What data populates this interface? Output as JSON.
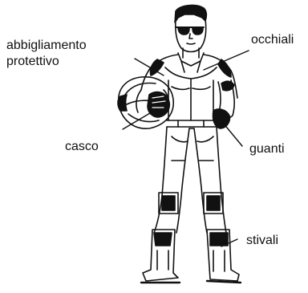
{
  "labels": {
    "abbigliamento_line1": "abbigliamento",
    "abbigliamento_line2": "protettivo",
    "occhiali": "occhiali",
    "casco": "casco",
    "guanti": "guanti",
    "stivali": "stivali"
  },
  "colors": {
    "ink": "#111111",
    "background": "#ffffff"
  }
}
